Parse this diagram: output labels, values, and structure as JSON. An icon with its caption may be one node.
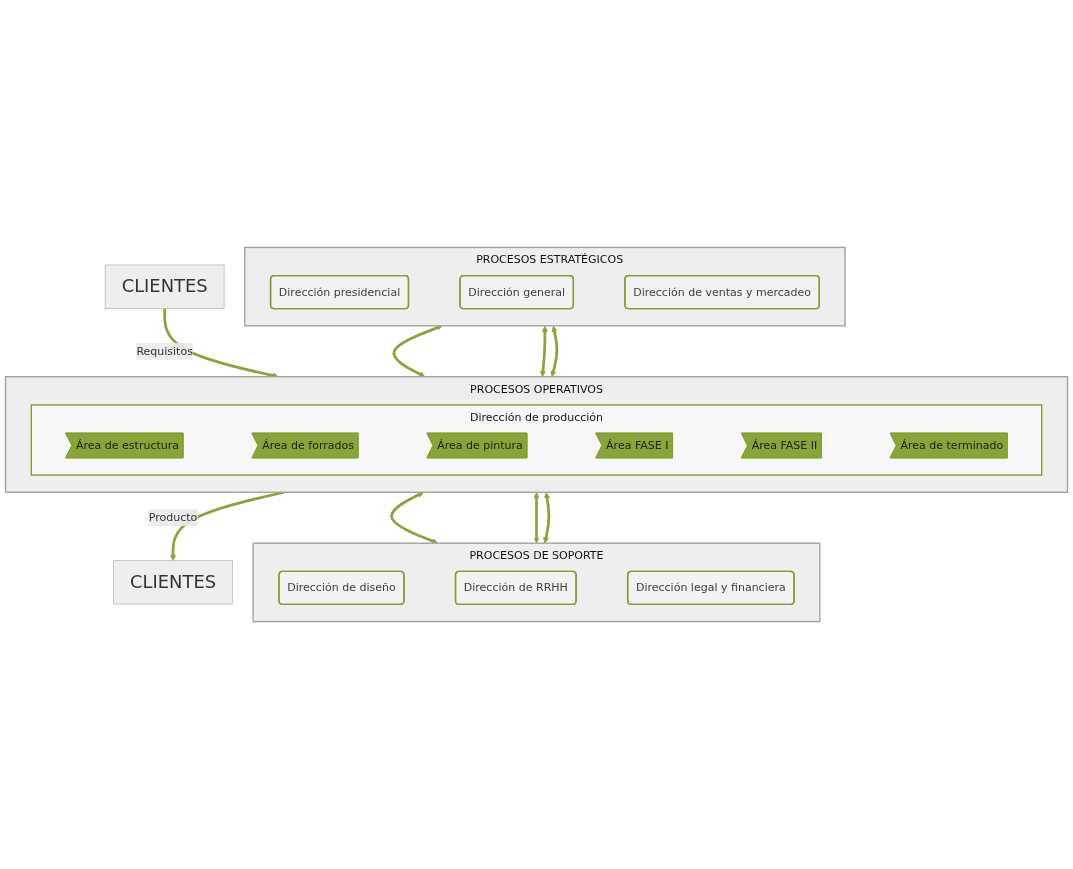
{
  "diagram": {
    "nodes": [
      {
        "text": [
          "CLIENTES"
        ]
      },
      {
        "text": [
          "PROCESOS ESTRATÉGICOS"
        ]
      },
      {
        "text": [
          "Dirección presidencial"
        ],
        "in": 1
      },
      {
        "text": [
          "Dirección general"
        ],
        "in": 1
      },
      {
        "text": [
          "Dirección de ventas y mercadeo"
        ],
        "in": 1
      },
      {
        "text": [
          "PROCESOS OPERATIVOS"
        ]
      },
      {
        "text": [
          "Dirección de producción"
        ],
        "in": 5
      },
      {
        "text": [
          "Área de estructura"
        ],
        "in": 6
      },
      {
        "text": [
          "Área de forrados"
        ],
        "in": 6
      },
      {
        "text": [
          "Área de pintura"
        ],
        "in": 6
      },
      {
        "text": [
          "Área FASE I"
        ],
        "in": 6
      },
      {
        "text": [
          "Área FASE II"
        ],
        "in": 6
      },
      {
        "text": [
          "Área de terminado"
        ],
        "in": 6
      },
      {
        "text": [
          "CLIENTES"
        ]
      },
      {
        "text": [
          "PROCESOS DE SOPORTE"
        ]
      },
      {
        "text": [
          "Dirección de diseño"
        ],
        "in": 14
      },
      {
        "text": [
          "Dirección de RRHH"
        ],
        "in": 14
      },
      {
        "text": [
          "Dirección legal y financiera"
        ],
        "in": 14
      }
    ],
    "edges": [
      {
        "from": 0,
        "to": 5,
        "arrow": "to",
        "label": "Requisitos"
      },
      {
        "from": 5,
        "to": 13,
        "arrow": "to",
        "label": "Producto"
      },
      {
        "from": 1,
        "to": 5,
        "arrow": "both"
      },
      {
        "from": 1,
        "to": 5,
        "arrow": "both"
      },
      {
        "from": 1,
        "to": 5,
        "arrow": "both"
      },
      {
        "from": 5,
        "to": 14,
        "arrow": "both"
      },
      {
        "from": 5,
        "to": 14,
        "arrow": "both"
      },
      {
        "from": 5,
        "to": 14,
        "arrow": "both"
      }
    ]
  }
}
